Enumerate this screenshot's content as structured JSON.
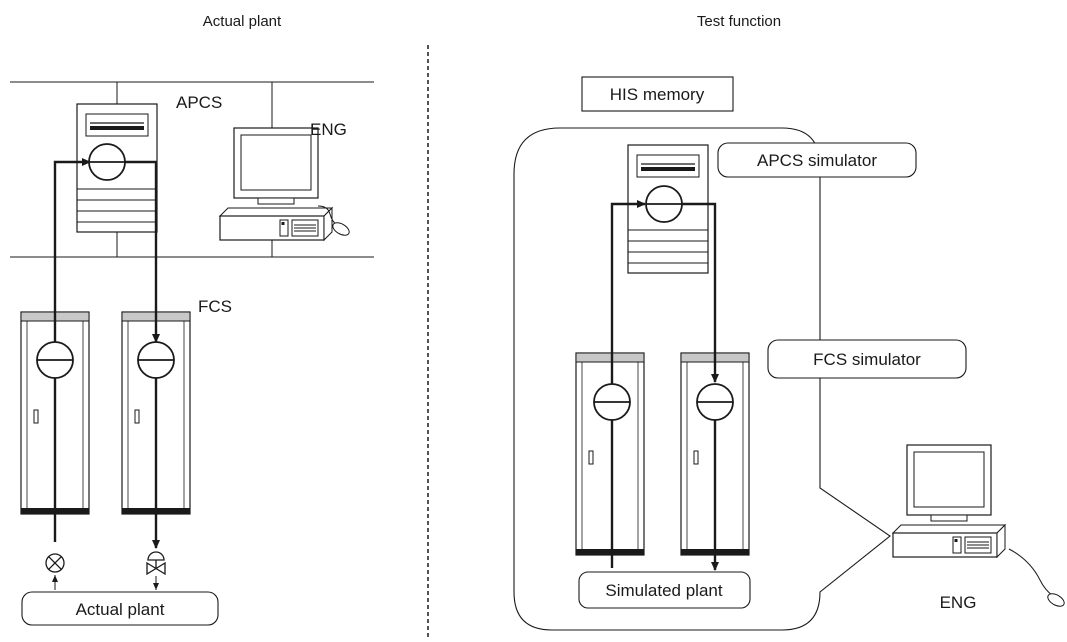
{
  "left_panel": {
    "heading": "Actual plant",
    "apcs_label": "APCS",
    "eng_label": "ENG",
    "fcs_label": "FCS",
    "plant_label": "Actual plant"
  },
  "right_panel": {
    "heading": "Test function",
    "his_memory_label": "HIS memory",
    "apcs_simulator_label": "APCS simulator",
    "fcs_simulator_label": "FCS simulator",
    "plant_label": "Simulated plant",
    "eng_label": "ENG"
  },
  "colors": {
    "line": "#1a1a1a",
    "cabinet_top": "#c8c8c8",
    "background": "#ffffff"
  }
}
